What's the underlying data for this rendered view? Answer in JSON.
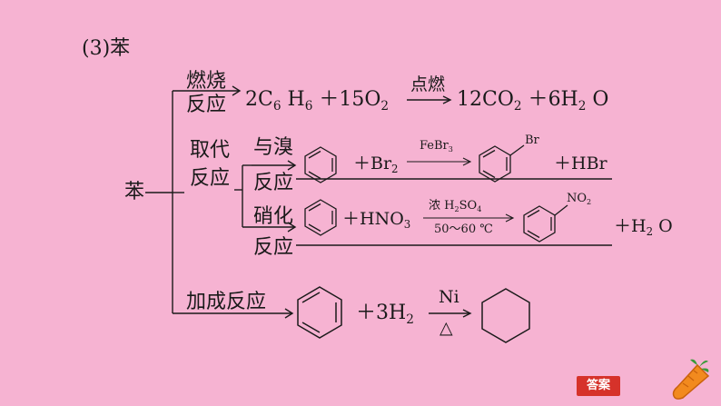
{
  "title": "(3)苯",
  "root": "苯",
  "combustion": {
    "label_line1": "燃烧",
    "label_line2": "反应",
    "reactant1": "2C",
    "reactant1_sub1": "6",
    "reactant1_h": " H",
    "reactant1_sub2": "6",
    "plus": "＋",
    "reactant2": "15O",
    "reactant2_sub": "2",
    "condition": "点燃",
    "product1": "12CO",
    "product1_sub": "2",
    "product2": "6H",
    "product2_sub": "2",
    "product2_o": " O"
  },
  "substitution": {
    "label_line1": "取代",
    "label_line2": "反应",
    "bromination": {
      "label_line1": "与溴",
      "label_line2": "反应",
      "plus_br2": "＋Br",
      "br2_sub": "2",
      "catalyst": "FeBr",
      "catalyst_sub": "3",
      "substituent": "Br",
      "byproduct": "＋HBr"
    },
    "nitration": {
      "label_line1": "硝化",
      "label_line2": "反应",
      "plus_hno3": "＋HNO",
      "hno3_sub": "3",
      "condition_top_prefix": "浓 H",
      "condition_top_sub1": "2",
      "condition_top_mid": "SO",
      "condition_top_sub2": "4",
      "condition_bottom": "50～60 ℃",
      "substituent": "NO",
      "substituent_sub": "2",
      "byproduct": "＋H",
      "byproduct_sub": "2",
      "byproduct_o": " O"
    }
  },
  "addition": {
    "label": "加成反应",
    "plus_h2": "＋3H",
    "h2_sub": "2",
    "catalyst": "Ni",
    "heat_symbol": "△"
  },
  "answer_button": "答案",
  "icon": "carrot-icon"
}
